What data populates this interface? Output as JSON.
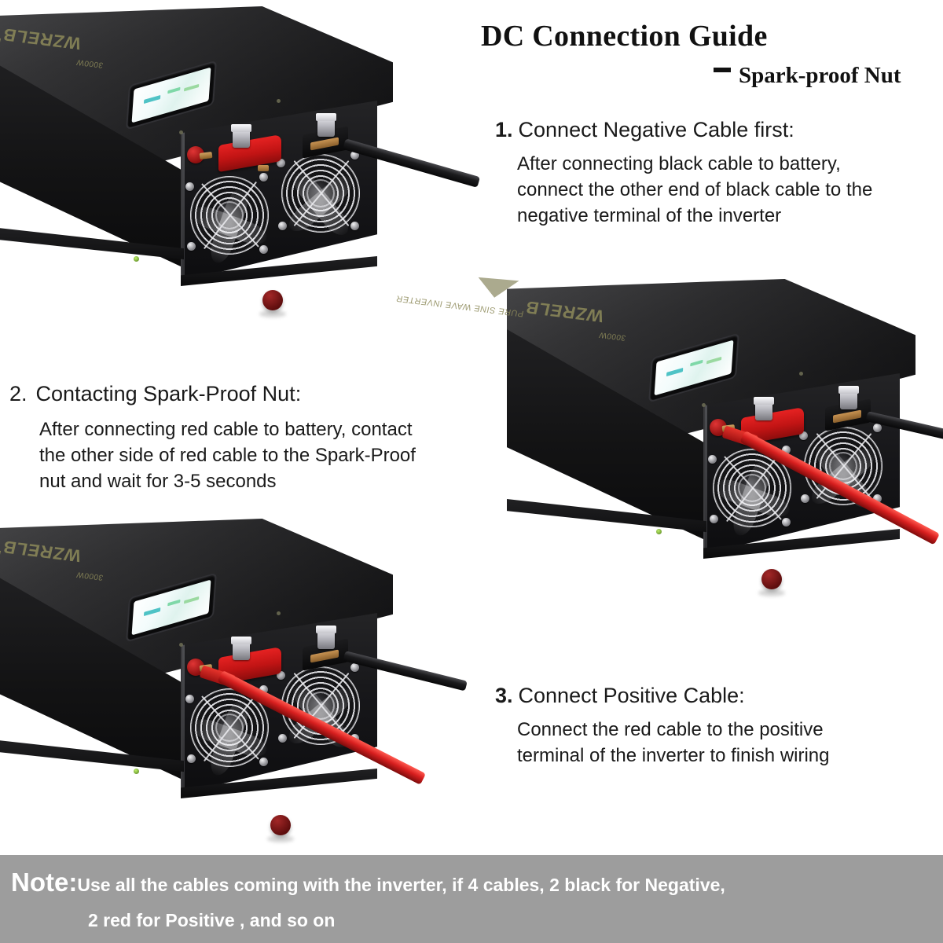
{
  "header": {
    "title": "DC Connection Guide",
    "dash": "–",
    "subtitle": "Spark-proof Nut"
  },
  "steps": [
    {
      "number": "1.",
      "title": "Connect Negative Cable first:",
      "body_lines": [
        "After connecting black cable to battery,",
        "connect the other end of black cable to the",
        "negative terminal of  the inverter"
      ]
    },
    {
      "number": "2.",
      "title": "Contacting Spark-Proof Nut:",
      "body_lines": [
        "After connecting red cable to battery, contact",
        "the other side of red cable to the Spark-Proof",
        "nut and wait for 3-5 seconds"
      ]
    },
    {
      "number": "3.",
      "title": "Connect Positive Cable:",
      "body_lines": [
        "Connect the red cable to the positive",
        " terminal of the inverter to finish wiring"
      ]
    }
  ],
  "note": {
    "label": "Note:",
    "line1": "Use all the cables coming with the inverter, if  4 cables, 2 black for Negative,",
    "line2": "2 red for Positive , and so on"
  },
  "product": {
    "brand_name": "WZRELB",
    "spec_text": "PURE SINE WAVE INVERTER",
    "model_text": "3000W"
  },
  "colors": {
    "note_bar_background": "#9d9d9d",
    "note_text": "#ffffff",
    "title_text": "#111111",
    "body_text": "#1a1a1a",
    "cable_red": "#d81f1f",
    "cable_black": "#1b1b1d",
    "terminal_cover_red": "#c11414",
    "chassis_black": "#17171a",
    "brand_gold": "#8d8a5a"
  },
  "figures": [
    {
      "name": "inverter-step1",
      "caption_ref": "1.",
      "cables": [
        "black"
      ]
    },
    {
      "name": "inverter-step2",
      "caption_ref": "2.",
      "cables": [
        "black",
        "red"
      ]
    },
    {
      "name": "inverter-step3",
      "caption_ref": "3.",
      "cables": [
        "black",
        "red"
      ]
    }
  ]
}
